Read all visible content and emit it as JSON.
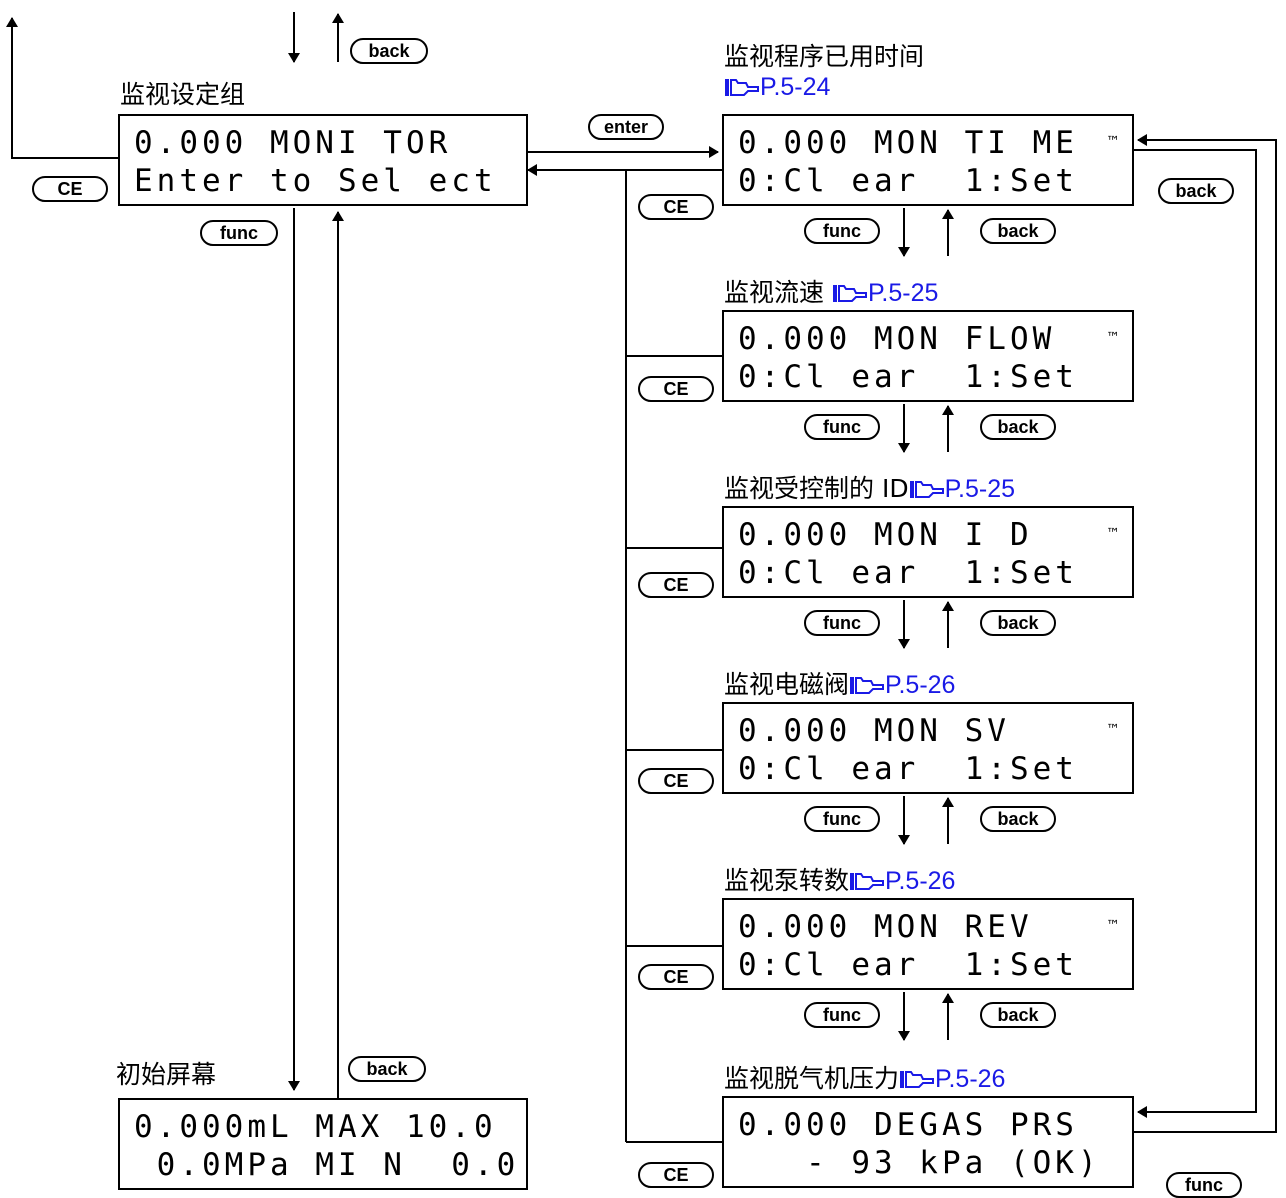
{
  "monitor_group": {
    "title": "监视设定组",
    "line1": "0.000 MONI TOR",
    "line2": "Enter to Sel ect"
  },
  "initial_screen": {
    "title": "初始屏幕",
    "line1": "0.000mL MAX 10.0",
    "line2": " 0.0MPa MI N  0.0"
  },
  "screens": [
    {
      "title": "监视程序已用时间",
      "ref": "P.5-24",
      "line1": "0.000 MON TI ME",
      "tm": "™",
      "line2": "0:Cl ear  1:Set"
    },
    {
      "title": "监视流速 ",
      "ref": "P.5-25",
      "line1": "0.000 MON FLOW",
      "tm": "™",
      "line2": "0:Cl ear  1:Set"
    },
    {
      "title": "监视受控制的 ID",
      "ref": "P.5-25",
      "line1": "0.000 MON I D",
      "tm": "™",
      "line2": "0:Cl ear  1:Set"
    },
    {
      "title": "监视电磁阀",
      "ref": "P.5-26",
      "line1": "0.000 MON SV",
      "tm": "™",
      "line2": "0:Cl ear  1:Set"
    },
    {
      "title": "监视泵转数",
      "ref": "P.5-26",
      "line1": "0.000 MON REV",
      "tm": "™",
      "line2": "0:Cl ear  1:Set"
    },
    {
      "title": "监视脱气机压力",
      "ref": "P.5-26",
      "line1": "0.000 DEGAS PRS",
      "tm": "",
      "line2": "   - 93 kPa (OK)"
    }
  ],
  "keys": {
    "back": "back",
    "func": "func",
    "enter": "enter",
    "ce": "CE"
  },
  "colors": {
    "ref_link": "#1a1ae6",
    "line": "#000000"
  }
}
